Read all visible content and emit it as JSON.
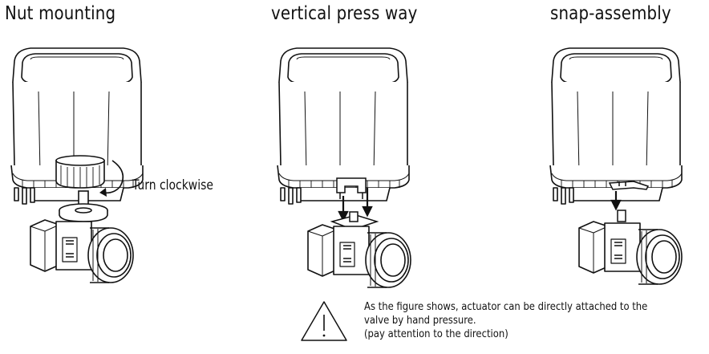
{
  "titles": {
    "nut_mounting": "Nut mounting",
    "vertical_press": "vertical press way",
    "snap_assembly": "snap-assembly"
  },
  "labels": {
    "turn": "Turn clockwise"
  },
  "note": {
    "line1": "As the figure shows, actuator can be directly attached to the",
    "line2": "valve by hand pressure.",
    "line3": "(pay attention to the direction)"
  },
  "icons": [
    "warning-icon",
    "turn-arrow-icon",
    "press-arrow-icon"
  ]
}
